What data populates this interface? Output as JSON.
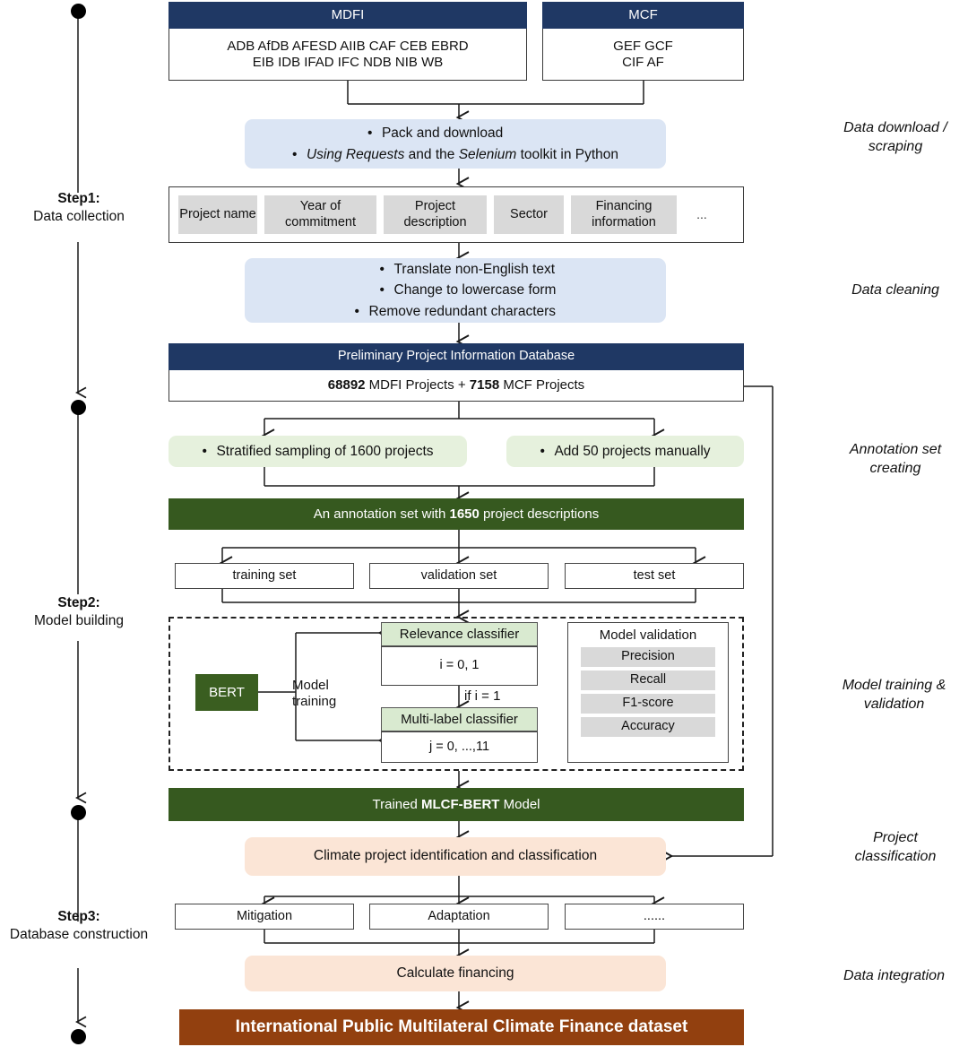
{
  "timeline": {
    "steps": [
      {
        "id": "step1",
        "number": "Step1:",
        "label": "Data collection"
      },
      {
        "id": "step2",
        "number": "Step2:",
        "label": "Model building"
      },
      {
        "id": "step3",
        "number": "Step3:",
        "label": "Database construction"
      }
    ]
  },
  "side_labels": [
    {
      "id": "download",
      "line1": "Data download /",
      "line2": "scraping"
    },
    {
      "id": "cleaning",
      "line1": "Data cleaning",
      "line2": ""
    },
    {
      "id": "annotation",
      "line1": "Annotation set",
      "line2": "creating"
    },
    {
      "id": "training",
      "line1": "Model training &",
      "line2": "validation"
    },
    {
      "id": "classification",
      "line1": "Project",
      "line2": "classification"
    },
    {
      "id": "integration",
      "line1": "Data integration",
      "line2": ""
    }
  ],
  "sources": {
    "mdfi": {
      "title": "MDFI",
      "line1": "ADB AfDB AFESD AIIB CAF CEB EBRD",
      "line2": "EIB IDB IFAD IFC NDB NIB WB"
    },
    "mcf": {
      "title": "MCF",
      "line1": "GEF GCF",
      "line2": "CIF AF"
    }
  },
  "download_box": {
    "bullet1": "Pack and download",
    "bullet2_pre": "Using Requests",
    "bullet2_mid": " and the ",
    "bullet2_em": "Selenium",
    "bullet2_post": " toolkit in Python"
  },
  "fields_box": {
    "fields": [
      "Project name",
      "Year of commitment",
      "Project description",
      "Sector",
      "Financing information"
    ],
    "ellipsis": "..."
  },
  "cleaning_box": {
    "bullets": [
      "Translate non-English text",
      "Change to lowercase form",
      "Remove redundant characters"
    ]
  },
  "database": {
    "title": "Preliminary Project Information Database",
    "count_mdfi": "68892",
    "text_mdfi": " MDFI Projects + ",
    "count_mcf": "7158",
    "text_mcf": " MCF Projects"
  },
  "sampling": {
    "left": "Stratified sampling of 1600 projects",
    "right": "Add 50 projects manually"
  },
  "annotation_set": {
    "pre": "An annotation set with ",
    "count": "1650",
    "post": " project descriptions"
  },
  "splits": [
    "training set",
    "validation set",
    "test set"
  ],
  "model_block": {
    "bert": "BERT",
    "model_training_l1": "Model",
    "model_training_l2": "training",
    "relevance_title": "Relevance classifier",
    "relevance_value": "i = 0, 1",
    "condition": "if i = 1",
    "multilabel_title": "Multi-label classifier",
    "multilabel_value": "j = 0, ...,11",
    "validation_title": "Model validation",
    "validation_metrics": [
      "Precision",
      "Recall",
      "F1-score",
      "Accuracy"
    ]
  },
  "trained_model": {
    "pre": "Trained ",
    "name": "MLCF-BERT",
    "post": " Model"
  },
  "classification_box": "Climate project identification and classification",
  "categories": [
    "Mitigation",
    "Adaptation",
    "......"
  ],
  "calculate_box": "Calculate financing",
  "final_dataset": "International Public Multilateral Climate Finance dataset",
  "colors": {
    "navy": "#1F3864",
    "dark_green": "#36591F",
    "light_green": "#E6F1DD",
    "light_blue": "#DBE5F4",
    "peach": "#FBE5D6",
    "brown": "#92400F",
    "grey_chip": "#D9D9D9"
  }
}
